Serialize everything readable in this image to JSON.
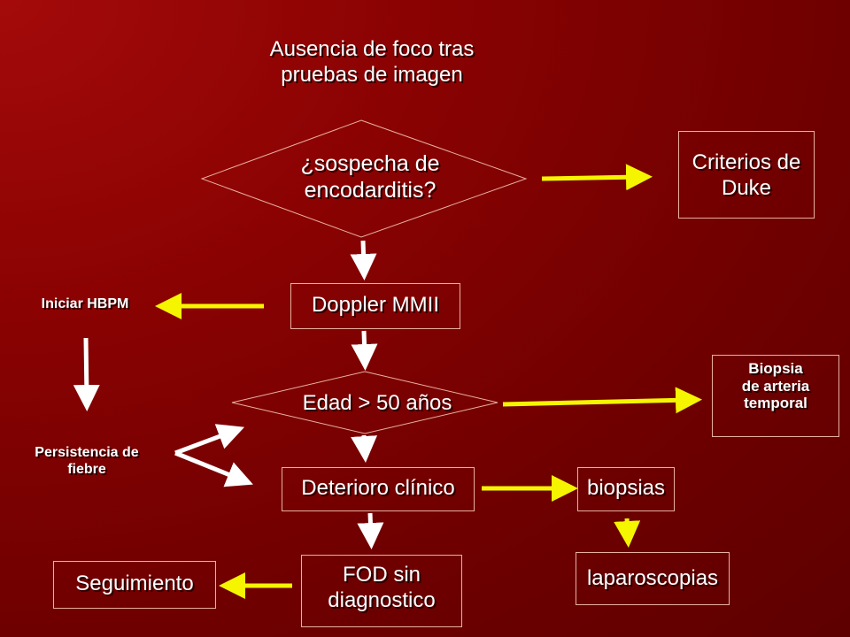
{
  "title": {
    "line1": "Ausencia de foco tras",
    "line2": "pruebas de imagen"
  },
  "nodes": {
    "sospecha": {
      "line1": "¿sospecha de",
      "line2": "encodarditis?"
    },
    "criterios": {
      "line1": "Criterios de",
      "line2": "Duke"
    },
    "doppler": {
      "label": "Doppler MMII"
    },
    "hbpm": {
      "label": "Iniciar HBPM"
    },
    "persistencia": {
      "line1": "Persistencia de",
      "line2": "fiebre"
    },
    "edad": {
      "label": "Edad > 50 años"
    },
    "biopsia_temporal": {
      "line1": "Biopsia",
      "line2": "de arteria",
      "line3": "temporal"
    },
    "deterioro": {
      "label": "Deterioro clínico"
    },
    "biopsias": {
      "label": "biopsias"
    },
    "fod": {
      "line1": "FOD sin",
      "line2": "diagnostico"
    },
    "seguimiento": {
      "label": "Seguimiento"
    },
    "laparoscopias": {
      "label": "laparoscopias"
    }
  },
  "colors": {
    "arrow_yellow": "#f5f500",
    "arrow_white": "#ffffff",
    "background": "#7a0000",
    "box_border": "#e8b0a0"
  }
}
